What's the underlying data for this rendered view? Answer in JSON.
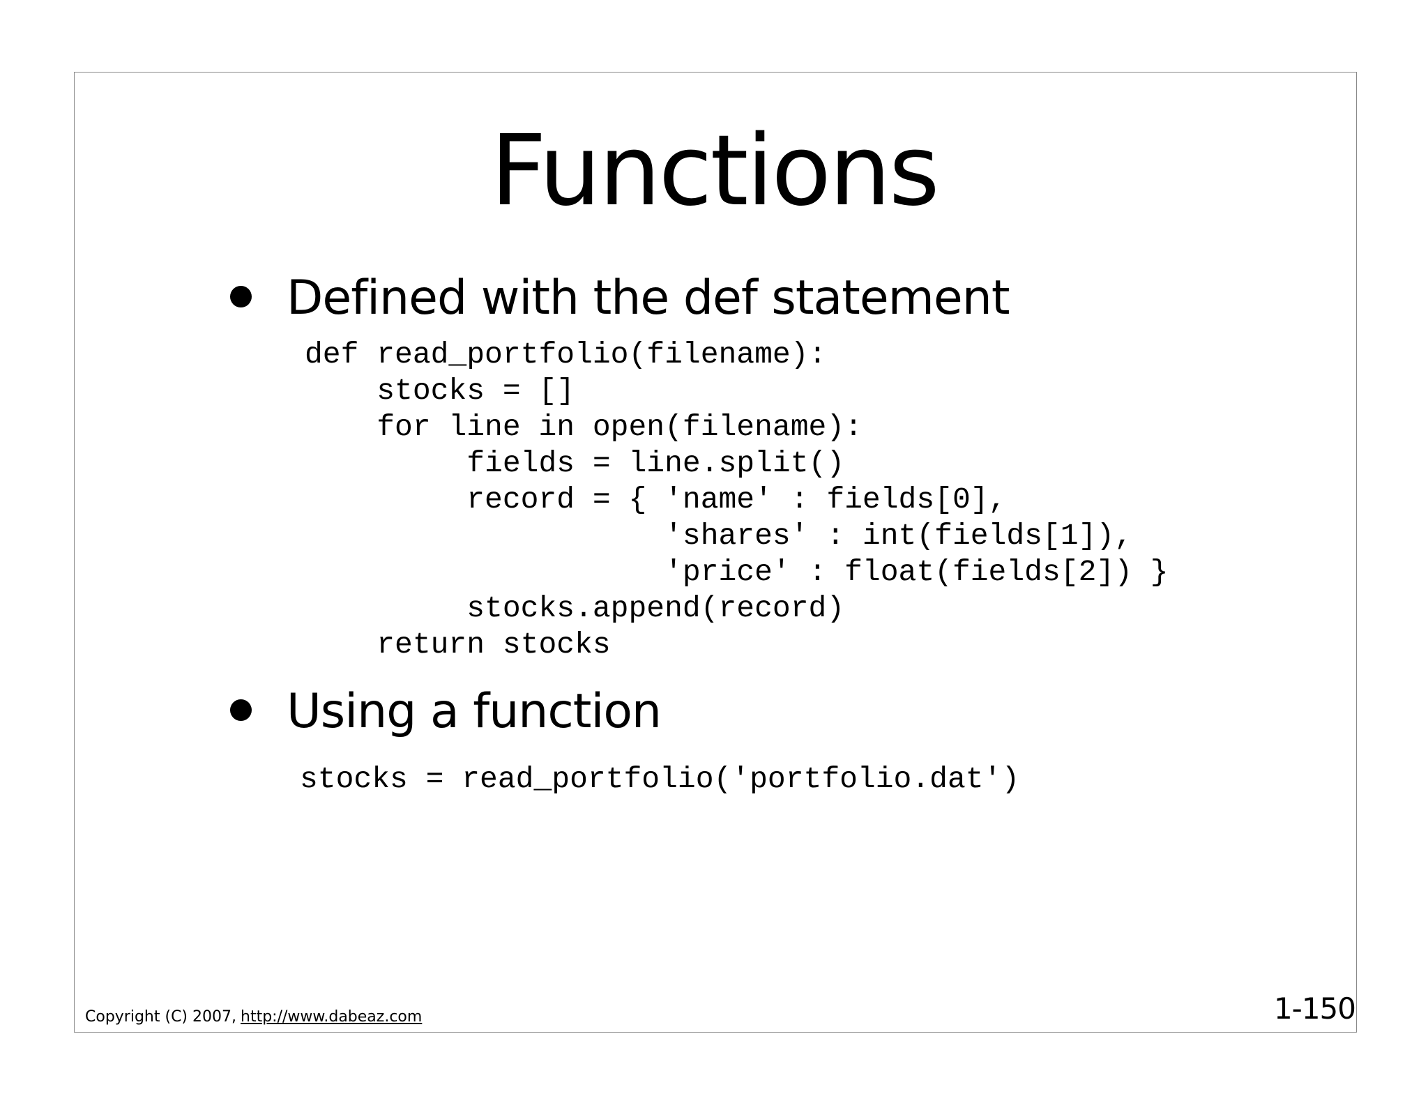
{
  "slide": {
    "title": "Functions",
    "bullets": [
      {
        "text": "Defined with the def statement",
        "code": "def read_portfolio(filename):\n    stocks = []\n    for line in open(filename):\n         fields = line.split()\n         record = { 'name' : fields[0],\n                    'shares' : int(fields[1]),\n                    'price' : float(fields[2]) }\n         stocks.append(record)\n    return stocks"
      },
      {
        "text": "Using a function",
        "code": "stocks = read_portfolio('portfolio.dat')"
      }
    ],
    "footer": {
      "copyright": "Copyright (C) 2007,",
      "link": "http://www.dabeaz.com"
    },
    "page_number": "1-150"
  }
}
